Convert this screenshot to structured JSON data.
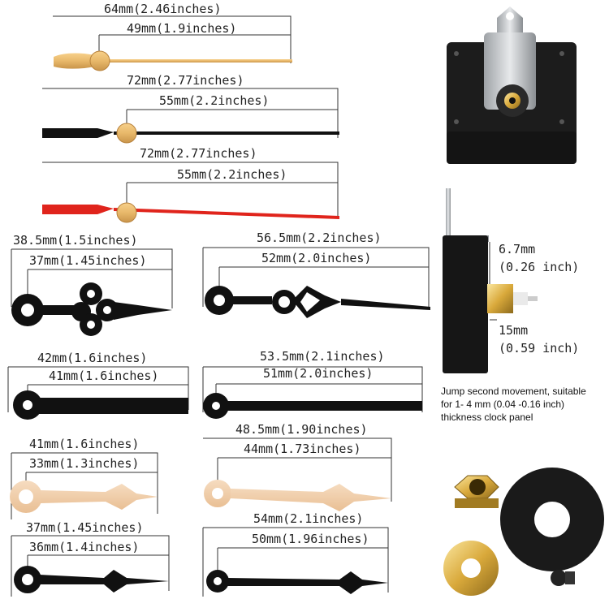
{
  "hands": {
    "gold_large": {
      "total": "64mm(2.46inches)",
      "center": "49mm(1.9inches)"
    },
    "black_straight": {
      "total": "72mm(2.77inches)",
      "center": "55mm(2.2inches)"
    },
    "red_straight": {
      "total": "72mm(2.77inches)",
      "center": "55mm(2.2inches)"
    },
    "ornate_hour": {
      "total": "38.5mm(1.5inches)",
      "center": "37mm(1.45inches)"
    },
    "ornate_minute": {
      "total": "56.5mm(2.2inches)",
      "center": "52mm(2.0inches)"
    },
    "plain_short": {
      "total": "42mm(1.6inches)",
      "center": "41mm(1.6inches)"
    },
    "plain_long": {
      "total": "53.5mm(2.1inches)",
      "center": "51mm(2.0inches)"
    },
    "gold_spade_short": {
      "total": "41mm(1.6inches)",
      "center": "33mm(1.3inches)"
    },
    "gold_spade_long": {
      "total": "48.5mm(1.90inches)",
      "center": "44mm(1.73inches)"
    },
    "black_spade_short": {
      "total": "37mm(1.45inches)",
      "center": "36mm(1.4inches)"
    },
    "black_spade_long": {
      "total": "54mm(2.1inches)",
      "center": "50mm(1.96inches)"
    }
  },
  "movement": {
    "shaft_length": "6.7mm",
    "shaft_length_in": "(0.26 inch)",
    "thread_length": "15mm",
    "thread_length_in": "(0.59 inch)",
    "note_line1": "Jump second movement, suitable",
    "note_line2": "for 1- 4 mm (0.04 -0.16 inch)",
    "note_line3": "thickness clock panel"
  }
}
